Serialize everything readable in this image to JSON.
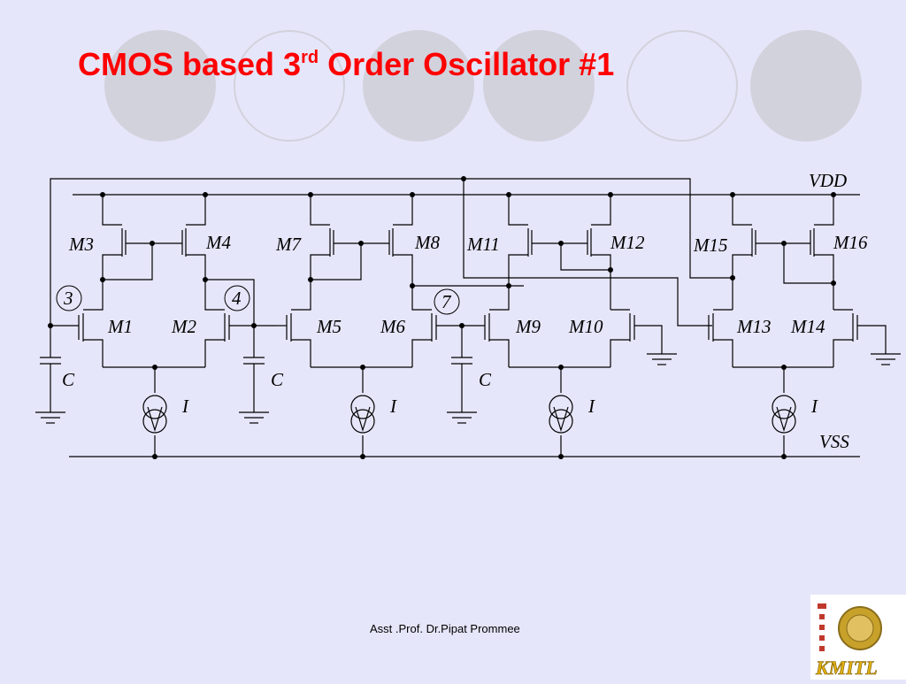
{
  "slide": {
    "title_main": "CMOS based 3",
    "title_sup": "rd",
    "title_rest": " Order Oscillator #1",
    "footer": "Asst .Prof. Dr.Pipat Prommee",
    "logo_text": "KMITL"
  },
  "circuit": {
    "rails": {
      "vdd": "VDD",
      "vss": "VSS"
    },
    "transistors": [
      "M1",
      "M2",
      "M3",
      "M4",
      "M5",
      "M6",
      "M7",
      "M8",
      "M9",
      "M10",
      "M11",
      "M12",
      "M13",
      "M14",
      "M15",
      "M16"
    ],
    "capacitor_label": "C",
    "current_source_label": "I",
    "nodes": [
      "3",
      "4",
      "7"
    ]
  },
  "colors": {
    "background": "#e6e6fa",
    "title": "#ff0000",
    "decoration": "#d2d2dd",
    "logo_gold": "#c8a12a"
  }
}
